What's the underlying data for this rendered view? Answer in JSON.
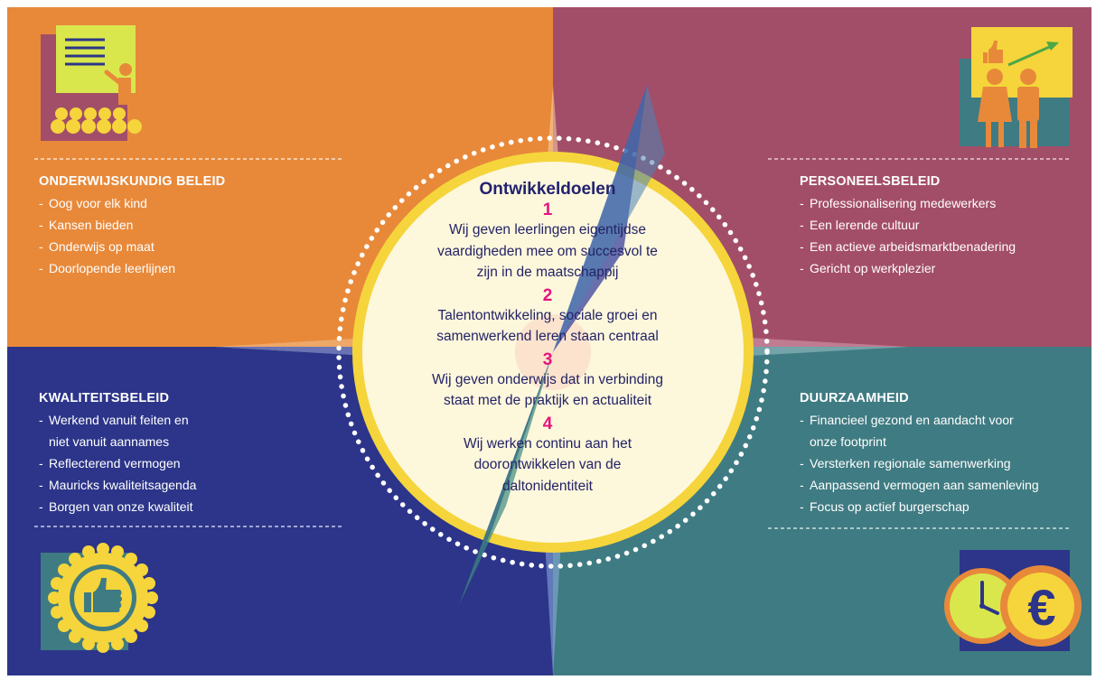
{
  "colors": {
    "orange": "#e8893a",
    "plum": "#a34e68",
    "navy": "#2c3589",
    "teal": "#3f7b82",
    "yellow": "#f5d53b",
    "cream": "#fdf7dc",
    "magenta": "#e5157d",
    "lime": "#d9e74d"
  },
  "quadrants": {
    "top_left": {
      "title": "ONDERWIJSKUNDIG BELEID",
      "items": [
        "Oog voor elk kind",
        "Kansen bieden",
        "Onderwijs op maat",
        "Doorlopende leerlijnen"
      ],
      "icon": "presentation-classroom-icon"
    },
    "top_right": {
      "title": "PERSONEELSBELEID",
      "items": [
        "Professionalisering medewerkers",
        "Een lerende cultuur",
        "Een actieve arbeidsmarktbenadering",
        "Gericht op werkplezier"
      ],
      "icon": "team-growth-icon"
    },
    "bottom_left": {
      "title": "KWALITEITSBELEID",
      "items": [
        "Werkend vanuit feiten en",
        "niet vanuit aannames",
        "Reflecterend vermogen",
        "Mauricks kwaliteitsagenda",
        "Borgen van onze kwaliteit"
      ],
      "item_dashes": [
        true,
        false,
        true,
        true,
        true
      ],
      "icon": "quality-badge-thumbs-up-icon"
    },
    "bottom_right": {
      "title": "DUURZAAMHEID",
      "items": [
        "Financieel gezond en aandacht voor",
        "onze footprint",
        "Versterken regionale samenwerking",
        "Aanpassend vermogen aan samenleving",
        "Focus op actief burgerschap"
      ],
      "item_dashes": [
        true,
        false,
        true,
        true,
        true
      ],
      "icon": "clock-euro-icon"
    }
  },
  "center": {
    "title": "Ontwikkeldoelen",
    "goals": [
      {
        "number": "1",
        "lines": [
          "Wij geven leerlingen eigentijdse",
          "vaardigheden mee om succesvol te",
          "zijn in de maatschappij"
        ]
      },
      {
        "number": "2",
        "lines": [
          "Talentontwikkeling, sociale groei en",
          "samenwerkend leren staan centraal"
        ]
      },
      {
        "number": "3",
        "lines": [
          "Wij geven onderwijs dat in verbinding",
          "staat met de praktijk en actualiteit"
        ]
      },
      {
        "number": "4",
        "lines": [
          "Wij werken continu aan het",
          "doorontwikkelen van de",
          "daltonidentiteit"
        ]
      }
    ]
  }
}
